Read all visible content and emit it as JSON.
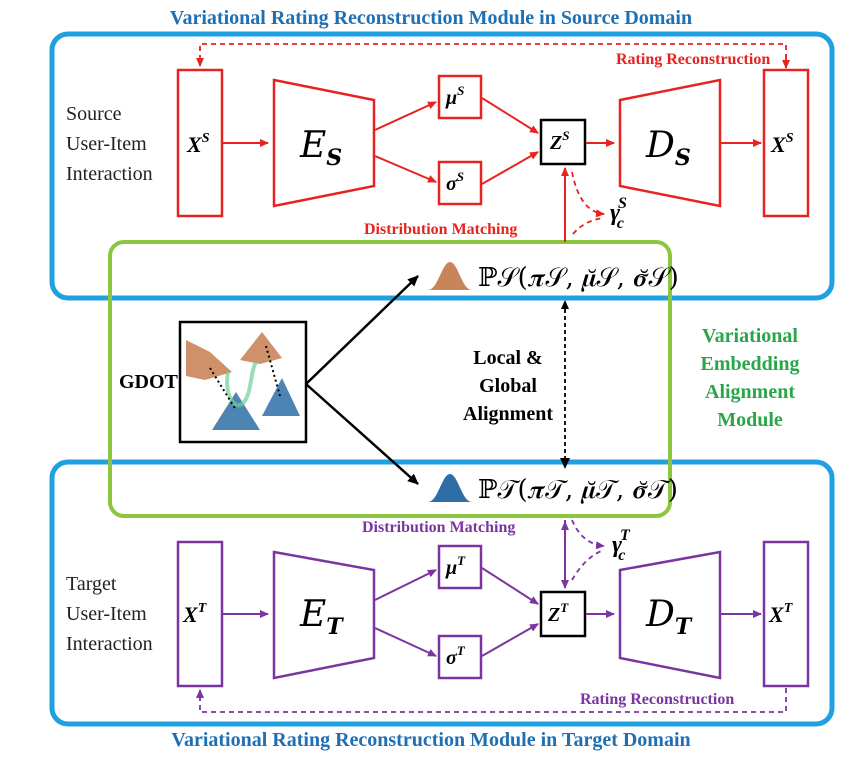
{
  "titles": {
    "source_module": "Variational Rating Reconstruction Module in Source Domain",
    "target_module": "Variational Rating Reconstruction Module in Target Domain"
  },
  "source": {
    "input_label_line1": "Source",
    "input_label_line2": "User-Item",
    "input_label_line3": "Interaction",
    "x_in": "X",
    "x_out": "X",
    "sup": "S",
    "encoder": "E",
    "decoder": "D",
    "mu": "μ",
    "sigma": "σ",
    "z": "Z",
    "gamma": "γ",
    "gamma_sub": "c",
    "rating_reconstruction": "Rating Reconstruction",
    "distribution_matching": "Distribution Matching"
  },
  "target": {
    "input_label_line1": "Target",
    "input_label_line2": "User-Item",
    "input_label_line3": "Interaction",
    "x_in": "X",
    "x_out": "X",
    "sup": "T",
    "encoder": "E",
    "decoder": "D",
    "mu": "μ",
    "sigma": "σ",
    "z": "Z",
    "gamma": "γ",
    "gamma_sub": "c",
    "rating_reconstruction": "Rating Reconstruction",
    "distribution_matching": "Distribution Matching"
  },
  "alignment": {
    "gdot": "GDOT",
    "local_line1": "Local &",
    "local_line2": "Global",
    "local_line3": "Alignment",
    "module_line1": "Variational",
    "module_line2": "Embedding",
    "module_line3": "Alignment",
    "module_line4": "Module",
    "p_source": "ℙ𝒮(𝝅𝒮, 𝝁̆𝒮, 𝝈̆𝒮)",
    "p_target": "ℙ𝒯(𝝅𝒯, 𝝁̆𝒯, 𝝈̆𝒯)"
  },
  "colors": {
    "source": "#e8231f",
    "target": "#7a35a0",
    "module_border": "#1fa0e0",
    "align_border": "#8cc63f",
    "title": "#1f6fb4",
    "green_text": "#29a64a",
    "source_peak": "#c9855a",
    "target_peak": "#2d6ea6"
  }
}
